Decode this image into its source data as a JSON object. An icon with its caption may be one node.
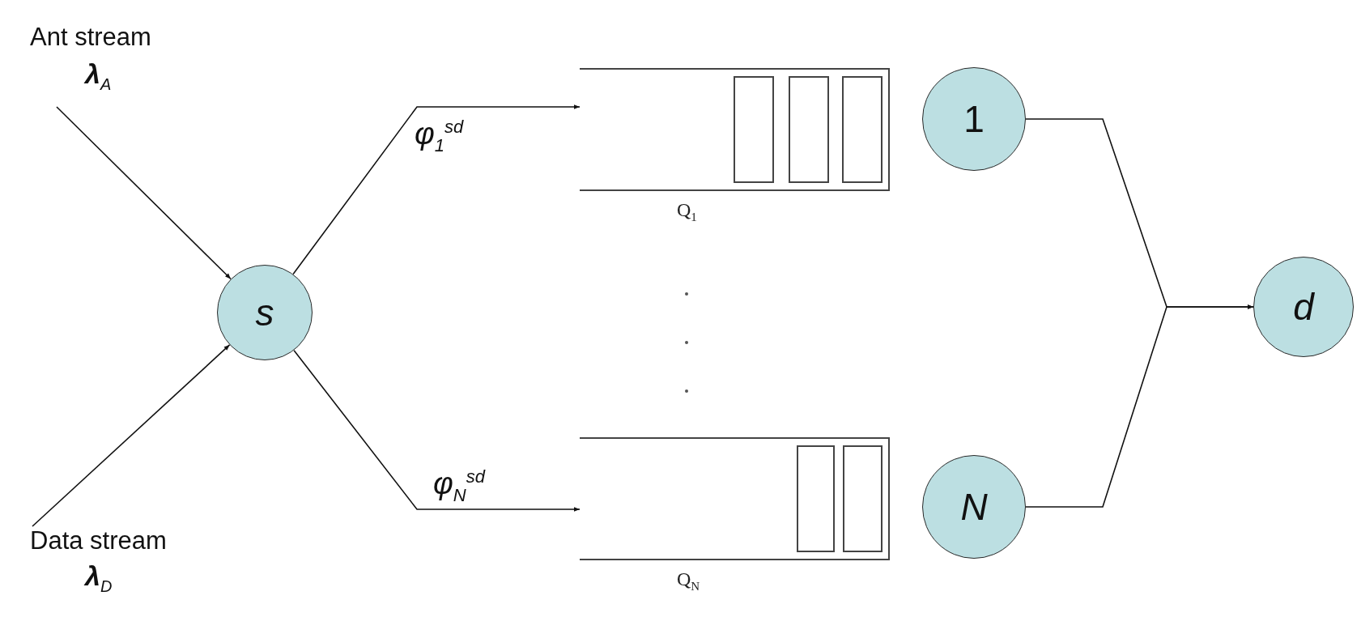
{
  "diagram": {
    "nodes": [
      {
        "text": [
          "Ant stream",
          "λ$_{A}$"
        ]
      },
      {
        "text": [
          "Data stream",
          "λ$_{D}$"
        ]
      },
      {
        "text": [
          "s"
        ]
      },
      {
        "text": [],
        "shape": "queue",
        "beside": [
          "Q$_{1}$"
        ]
      },
      {
        "text": [],
        "shape": "queue",
        "beside": [
          "Q$_{N}$"
        ]
      },
      {
        "text": [
          "1"
        ]
      },
      {
        "text": [
          "N"
        ]
      },
      {
        "text": [
          "d"
        ]
      }
    ],
    "edges": [
      {
        "from": 0,
        "to": 2,
        "arrow": "to"
      },
      {
        "from": 1,
        "to": 2,
        "arrow": "to"
      },
      {
        "from": 2,
        "to": 3,
        "arrow": "to",
        "label": "φ$_{1}$$^{sd}$"
      },
      {
        "from": 2,
        "to": 4,
        "arrow": "to",
        "label": "φ$_{N}$$^{sd}$"
      },
      {
        "from": 5,
        "to": 7,
        "arrow": "to"
      },
      {
        "from": 6,
        "to": 7,
        "arrow": "to"
      }
    ]
  }
}
